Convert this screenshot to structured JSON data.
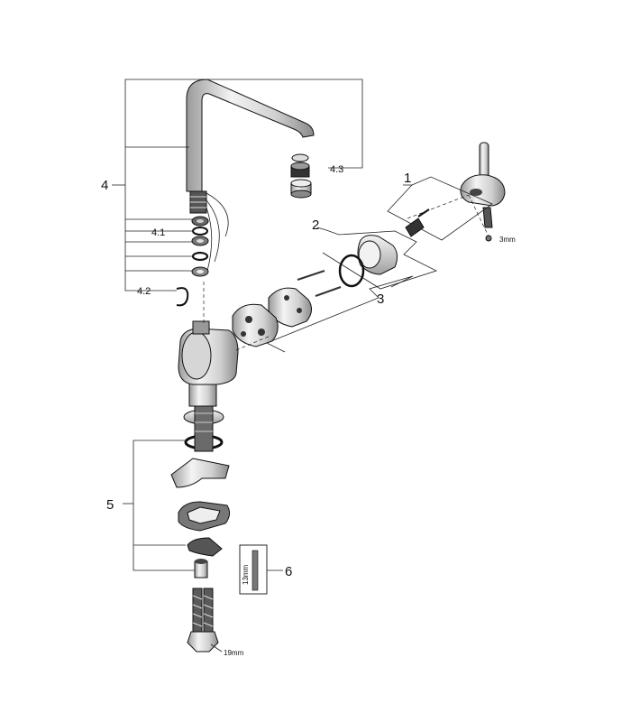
{
  "callouts": {
    "c1": "1",
    "c2": "2",
    "c3": "3",
    "c4": "4",
    "c4_1": "4.1",
    "c4_2": "4.2",
    "c4_3": "4.3",
    "c5": "5",
    "c6": "6"
  },
  "dimensions": {
    "hex_key": "3mm",
    "wrench_13": "13mm",
    "wrench_19": "19mm"
  },
  "colors": {
    "line": "#222222",
    "part_light": "#e6e6e6",
    "part_mid": "#b8b8b8",
    "part_dark": "#4a4a4a"
  }
}
